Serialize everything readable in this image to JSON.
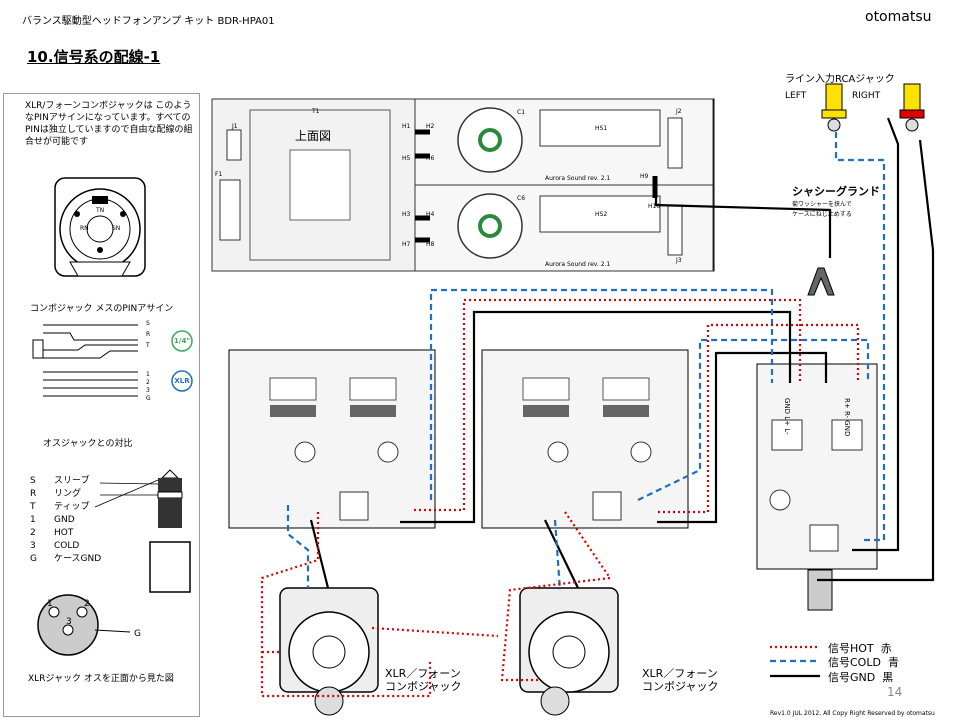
{
  "header": {
    "doc_title": "バランス駆動型ヘッドフォンアンプ キット BDR-HPA01",
    "brand": "otomatsu",
    "page_number": "14",
    "footer": "Rev1.0  JUL 2012,  All Copy Right Reserved by otomatsu"
  },
  "section_title": "10.信号系の配線-1",
  "left_panel": {
    "note": "XLR/フォーンコンボジャックは このようなPINアサインになっています。すべてのPINは独立していますので自由な配線の組合せが可能です",
    "combo_pin_title": "コンボジャック メスのPINアサイン",
    "jack_srt": [
      "S",
      "R",
      "T"
    ],
    "jack_123g": [
      "1",
      "2",
      "3",
      "G"
    ],
    "badge_quarter": "1/4\"",
    "badge_xlr": "XLR",
    "male_jack_title": "オスジャックとの対比",
    "pins": [
      {
        "code": "S",
        "name": "スリーブ"
      },
      {
        "code": "R",
        "name": "リング"
      },
      {
        "code": "T",
        "name": "ティップ"
      },
      {
        "code": "1",
        "name": "GND"
      },
      {
        "code": "2",
        "name": "HOT"
      },
      {
        "code": "3",
        "name": "COLD"
      },
      {
        "code": "G",
        "name": "ケースGND"
      }
    ],
    "xlr_pin_labels": [
      "1",
      "2",
      "3",
      "G"
    ],
    "xlr_male_caption": "XLRジャック オスを正面から見た図"
  },
  "diagram": {
    "top_view_label": "上面図",
    "psu_labels": [
      "T1",
      "J1",
      "F1",
      "H1",
      "H2",
      "H5",
      "H6",
      "H3",
      "H4",
      "H7",
      "H8",
      "H9",
      "H10",
      "HS1",
      "HS2",
      "C1",
      "C6",
      "J2",
      "J3"
    ],
    "psu_credit_1": "Aurora Sound rev. 2.1",
    "psu_credit_2": "Aurora Sound rev. 2.1",
    "rca_title": "ライン入力RCAジャック",
    "rca_left": "LEFT",
    "rca_right": "RIGHT",
    "chassis_ground": "シャシーグランド",
    "chassis_ground_note_1": "菊ワッシャーを挟んで",
    "chassis_ground_note_2": "ケースにねじ止めする",
    "input_board_labels": [
      "GND L+ L-",
      "R+ R- GND"
    ],
    "xlr_combo_caption_1": "XLR／フォーン",
    "xlr_combo_caption_2": "コンボジャック"
  },
  "legend": [
    {
      "label": "信号HOT",
      "color_name": "赤",
      "color": "#e00000",
      "style": "dotted"
    },
    {
      "label": "信号COLD",
      "color_name": "青",
      "color": "#1f6fc0",
      "style": "dashed"
    },
    {
      "label": "信号GND",
      "color_name": "黒",
      "color": "#000000",
      "style": "solid"
    }
  ]
}
